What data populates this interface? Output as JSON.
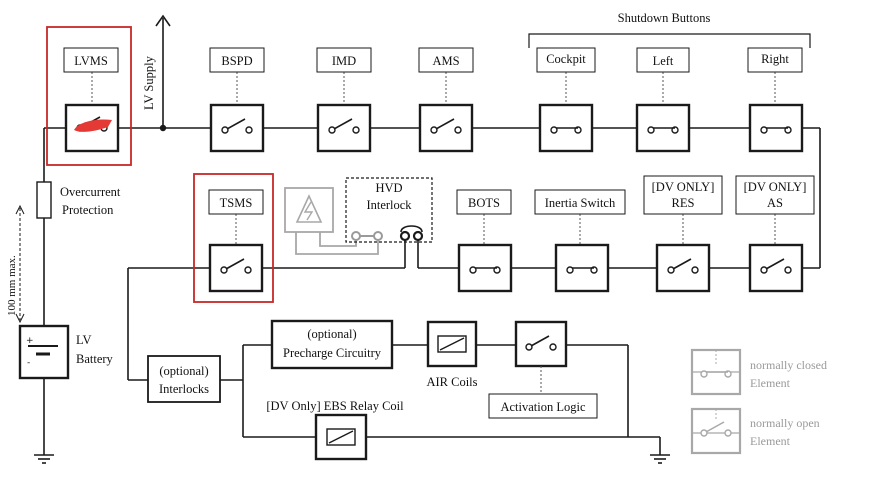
{
  "top_row": {
    "lvms": "LVMS",
    "bspd": "BSPD",
    "imd": "IMD",
    "ams": "AMS",
    "cockpit": "Cockpit",
    "left": "Left",
    "right": "Right"
  },
  "shutdown_buttons": "Shutdown Buttons",
  "lv_supply": "LV Supply",
  "overcurrent": [
    "Overcurrent",
    "Protection"
  ],
  "distance": "100 mm max.",
  "lv_battery": [
    "LV",
    "Battery"
  ],
  "tsms": "TSMS",
  "hvd": [
    "HVD",
    "Interlock"
  ],
  "second_row": {
    "bots": "BOTS",
    "inertia": "Inertia Switch",
    "res": [
      "[DV ONLY]",
      "RES"
    ],
    "as": [
      "[DV ONLY]",
      "AS"
    ]
  },
  "interlocks": [
    "(optional)",
    "Interlocks"
  ],
  "precharge": [
    "(optional)",
    "Precharge Circuitry"
  ],
  "air_coils": "AIR Coils",
  "activation_logic": "Activation Logic",
  "ebs": "[DV Only] EBS Relay Coil",
  "legend": {
    "closed": [
      "normally closed",
      "Element"
    ],
    "open": [
      "normally open",
      "Element"
    ]
  },
  "colors": {
    "highlight": "#c62828",
    "marker": "#e53935",
    "legend_gray": "#9a9a9a"
  }
}
